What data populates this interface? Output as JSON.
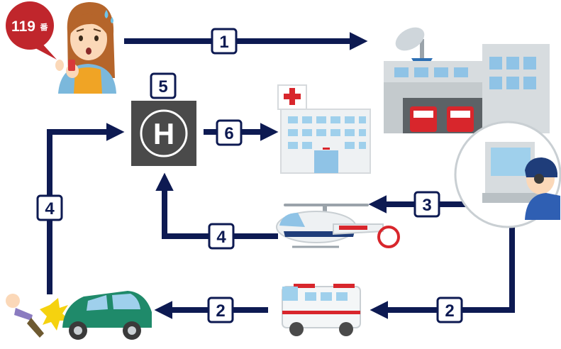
{
  "caller": {
    "bubble_number": "119",
    "bubble_suffix": "番"
  },
  "steps": {
    "s1": "1",
    "s2a": "2",
    "s2b": "2",
    "s3": "3",
    "s4a": "4",
    "s4b": "4",
    "s5": "5",
    "s6": "6"
  },
  "helipad": {
    "letter": "H"
  },
  "colors": {
    "arrow": "#0d1a52",
    "bubble": "#c0262c",
    "helipad": "#4a4a4a",
    "hospital_cross": "#d8262c"
  }
}
